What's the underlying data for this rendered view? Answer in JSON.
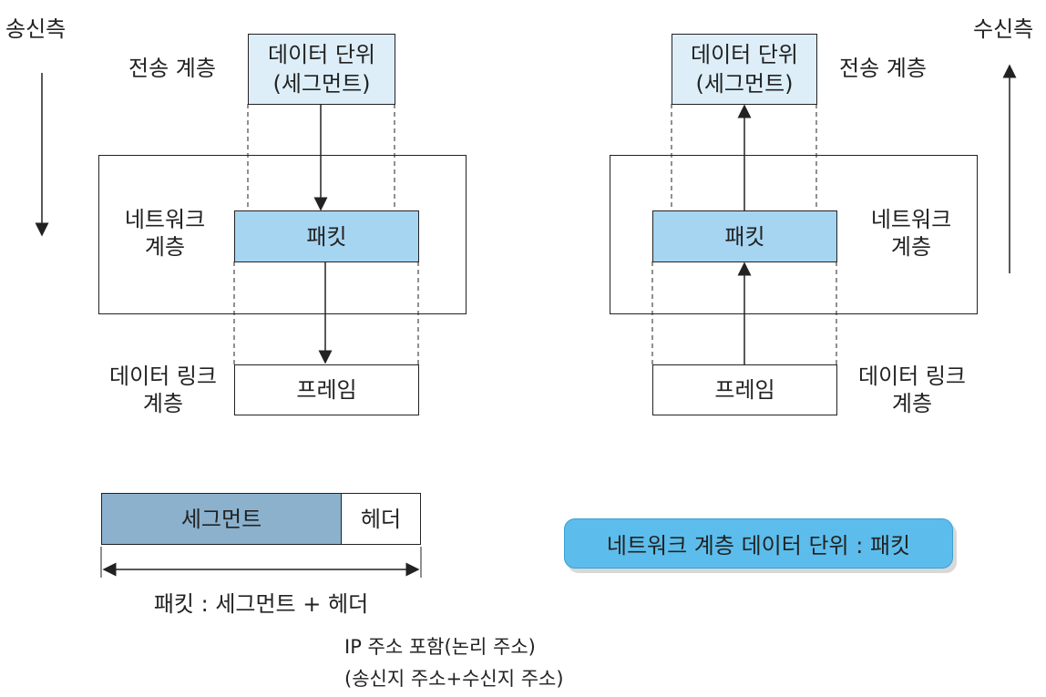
{
  "sender": {
    "direction_label": "송신측",
    "transport_label": "전송 계층",
    "network_label": [
      "네트워크",
      "계층"
    ],
    "datalink_label": [
      "데이터 링크",
      "계층"
    ],
    "data_unit": [
      "데이터 단위",
      "(세그먼트)"
    ],
    "packet": "패킷",
    "frame": "프레임"
  },
  "receiver": {
    "direction_label": "수신측",
    "transport_label": "전송 계층",
    "network_label": [
      "네트워크",
      "계층"
    ],
    "datalink_label": [
      "데이터 링크",
      "계층"
    ],
    "data_unit": [
      "데이터 단위",
      "(세그먼트)"
    ],
    "packet": "패킷",
    "frame": "프레임"
  },
  "structure": {
    "segment": "세그먼트",
    "header": "헤더",
    "formula": "패킷 : 세그먼트 + 헤더",
    "note": [
      "IP 주소 포함(논리 주소)",
      "(송신지 주소+수신지 주소)"
    ]
  },
  "callout": "네트워크 계층 데이터 단위 : 패킷",
  "colors": {
    "data_unit_fill": "#ddeef8",
    "packet_fill": "#a6d5f2",
    "segment_fill": "#8bb1cd",
    "callout_fill": "#5cbdec"
  }
}
